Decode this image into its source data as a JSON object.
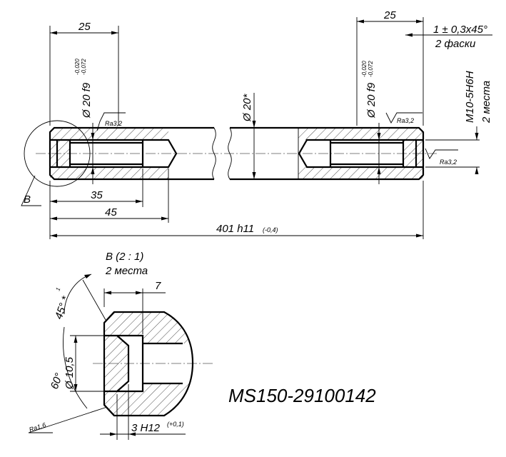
{
  "drawing": {
    "title": "MS150-29100142",
    "dims": {
      "len_25_left": "25",
      "len_25_right": "25",
      "len_35": "35",
      "len_45": "45",
      "total_len": "401 h11",
      "total_tol": "(-0,4)",
      "d20f9_left": "Ø 20 f9",
      "d20f9_right": "Ø 20 f9",
      "tol_upper": "-0,020",
      "tol_lower": "-0,072",
      "d20_star": "Ø 20*",
      "chamfer": "1 ± 0,3x45°",
      "chamfer_count": "2 фаски",
      "thread": "M10-5H6H",
      "thread_count": "2 места"
    },
    "roughness": {
      "left": "Ra3,2",
      "right_top": "Ra3,2",
      "right_end": "Ra3,2",
      "detail": "Ra1,6"
    },
    "view_label": "B",
    "detail": {
      "header": "B  (2 : 1)",
      "count": "2 места",
      "dim_7": "7",
      "angle_45": "45° *",
      "angle_45_sup": "1",
      "angle_60": "60°",
      "d10_5": "Ø 10,5",
      "depth": "3 H12",
      "depth_tol": "(+0,1)"
    }
  }
}
